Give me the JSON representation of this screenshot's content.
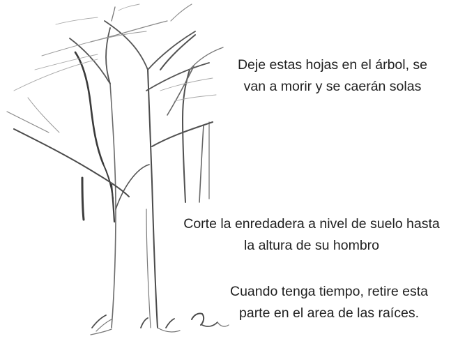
{
  "annotations": {
    "leaves": {
      "line1": "Deje estas hojas en el árbol, se",
      "line2": "van a morir y se caerán solas"
    },
    "cut": {
      "line1": "Corte la enredadera a nivel de suelo hasta",
      "line2": "la altura de su hombro"
    },
    "roots": {
      "line1": "Cuando tenga tiempo, retire esta",
      "line2": "parte en el area de las raíces."
    }
  },
  "colors": {
    "pencil_dark": "#3a3a3a",
    "pencil_light": "#8a8a8a",
    "text": "#1f1f1f"
  }
}
